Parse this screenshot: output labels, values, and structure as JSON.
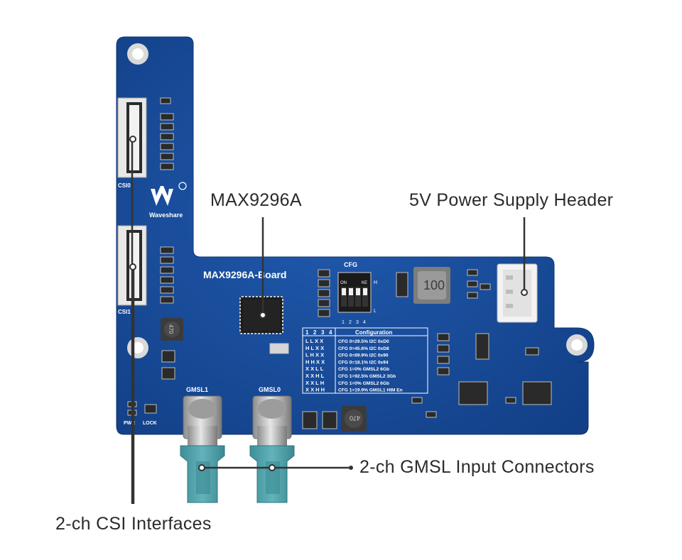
{
  "board": {
    "brand": "Waveshare",
    "name": "MAX9296A-Board",
    "csi_labels": [
      "CSI0",
      "CSI1"
    ],
    "gmsl_labels": [
      "GMSL1",
      "GMSL0"
    ],
    "inductor_marks": [
      "100",
      "470",
      "470"
    ],
    "switch_title": "CFG",
    "switch_on": "ON",
    "switch_ke": "KE",
    "switch_levels": [
      "H",
      "L"
    ],
    "switch_numbers": [
      "1",
      "2",
      "3",
      "4"
    ],
    "pwr_label": "PWR",
    "lock_label": "LOCK",
    "config_table": {
      "title": "Configuration",
      "header_nums": [
        "1",
        "2",
        "3",
        "4"
      ],
      "rows": [
        {
          "bits": "L L X X",
          "desc": "CFG 0=29.5% I2C 0xD0"
        },
        {
          "bits": "H L X X",
          "desc": "CFG 0=45.6% I2C 0xD8"
        },
        {
          "bits": "L H X X",
          "desc": "CFG 0=69.9% I2C 0x90"
        },
        {
          "bits": "H H X X",
          "desc": "CFG 0=18.1% I2C 0x94"
        },
        {
          "bits": "X X L L",
          "desc": "CFG 1=0%      GMSL2 6Gb"
        },
        {
          "bits": "X X H L",
          "desc": "CFG 1=92.5% GMSL2 3Gb"
        },
        {
          "bits": "X X L H",
          "desc": "CFG 1=0%      GMSL2 6Gb"
        },
        {
          "bits": "X X H H",
          "desc": "CFG 1=19.9% GMSL1 HIM En"
        }
      ]
    }
  },
  "callouts": {
    "chip": "MAX9296A",
    "power": "5V Power Supply Header",
    "gmsl": "2-ch GMSL Input Connectors",
    "csi": "2-ch CSI Interfaces"
  },
  "colors": {
    "pcb": "#1a4e9c",
    "connector_teal": "#4fa4ad",
    "leader_line": "#333333"
  }
}
